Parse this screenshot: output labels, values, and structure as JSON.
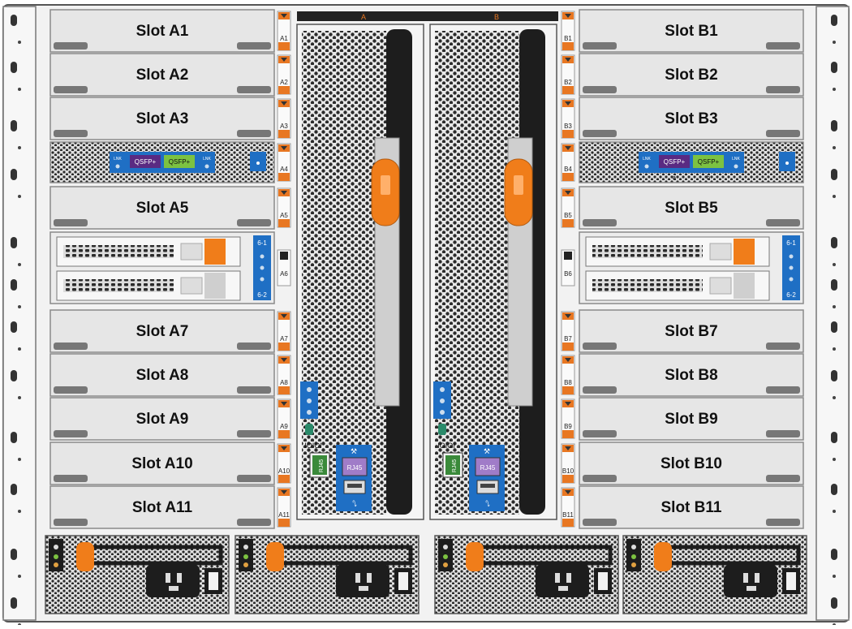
{
  "chassis": {
    "controller_labels": [
      "A",
      "B"
    ],
    "left_slots": [
      {
        "label": "Slot A1",
        "tag": "A1",
        "kind": "blank"
      },
      {
        "label": "Slot A2",
        "tag": "A2",
        "kind": "blank"
      },
      {
        "label": "Slot A3",
        "tag": "A3",
        "kind": "blank"
      },
      {
        "label": "",
        "tag": "A4",
        "kind": "io-module"
      },
      {
        "label": "Slot A5",
        "tag": "A5",
        "kind": "blank"
      },
      {
        "label": "",
        "tag": "A6",
        "kind": "nvram"
      },
      {
        "label": "Slot A7",
        "tag": "A7",
        "kind": "blank"
      },
      {
        "label": "Slot A8",
        "tag": "A8",
        "kind": "blank"
      },
      {
        "label": "Slot A9",
        "tag": "A9",
        "kind": "blank"
      },
      {
        "label": "Slot A10",
        "tag": "A10",
        "kind": "blank"
      },
      {
        "label": "Slot A11",
        "tag": "A11",
        "kind": "blank"
      }
    ],
    "right_slots": [
      {
        "label": "Slot B1",
        "tag": "B1",
        "kind": "blank"
      },
      {
        "label": "Slot B2",
        "tag": "B2",
        "kind": "blank"
      },
      {
        "label": "Slot B3",
        "tag": "B3",
        "kind": "blank"
      },
      {
        "label": "",
        "tag": "B4",
        "kind": "io-module"
      },
      {
        "label": "Slot B5",
        "tag": "B5",
        "kind": "blank"
      },
      {
        "label": "",
        "tag": "B6",
        "kind": "nvram"
      },
      {
        "label": "Slot B7",
        "tag": "B7",
        "kind": "blank"
      },
      {
        "label": "Slot B8",
        "tag": "B8",
        "kind": "blank"
      },
      {
        "label": "Slot B9",
        "tag": "B9",
        "kind": "blank"
      },
      {
        "label": "Slot B10",
        "tag": "B10",
        "kind": "blank"
      },
      {
        "label": "Slot B11",
        "tag": "B11",
        "kind": "blank"
      }
    ],
    "io_module": {
      "port_a": "QSFP+",
      "port_b": "QSFP+",
      "sub_a": "a",
      "sub_b": "b",
      "link": "LNK"
    },
    "nvram": {
      "top": "6-1",
      "bottom": "6-2"
    },
    "controller_ports": {
      "mgmt": "RJ45",
      "console": "RJ45",
      "console_sym": "IOIOI"
    },
    "psu_count": 4,
    "colors": {
      "bay_fill": "#e6e6e6",
      "bay_border": "#8a8a8a",
      "tab_orange": "#e87722",
      "handle_orange": "#f07d1a",
      "led_blue": "#1f6fc4",
      "qsfp_purple": "#5a2a82",
      "qsfp_green": "#7cc241",
      "rj45_green": "#3a8a3a",
      "rj45_purple": "#a07cc8",
      "mesh_dark": "#2b2b2b"
    }
  }
}
